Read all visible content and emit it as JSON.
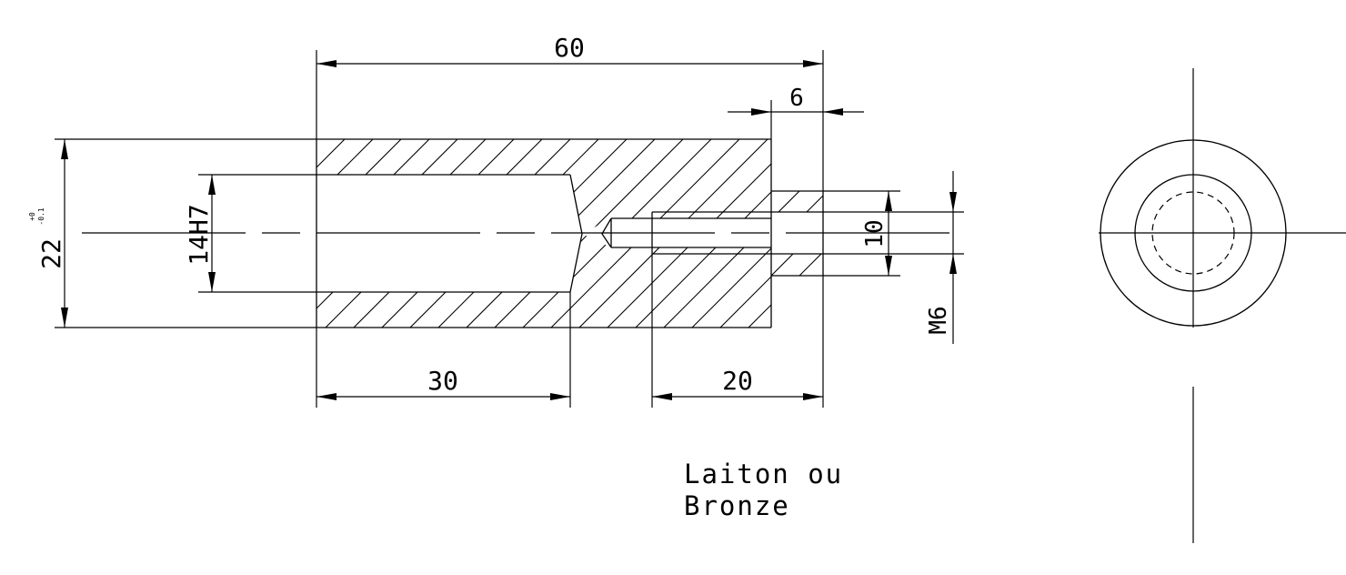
{
  "dimensions": {
    "overall_length": "60",
    "bore_depth": "30",
    "thread_depth": "20",
    "spigot_length": "6",
    "outer_diameter": "22",
    "outer_diameter_tol_upper": "+0",
    "outer_diameter_tol_lower": "-0.1",
    "bore_diameter": "14H7",
    "spigot_diameter": "10",
    "thread": "M6"
  },
  "material_note": {
    "line1": "Laiton ou",
    "line2": "Bronze"
  }
}
